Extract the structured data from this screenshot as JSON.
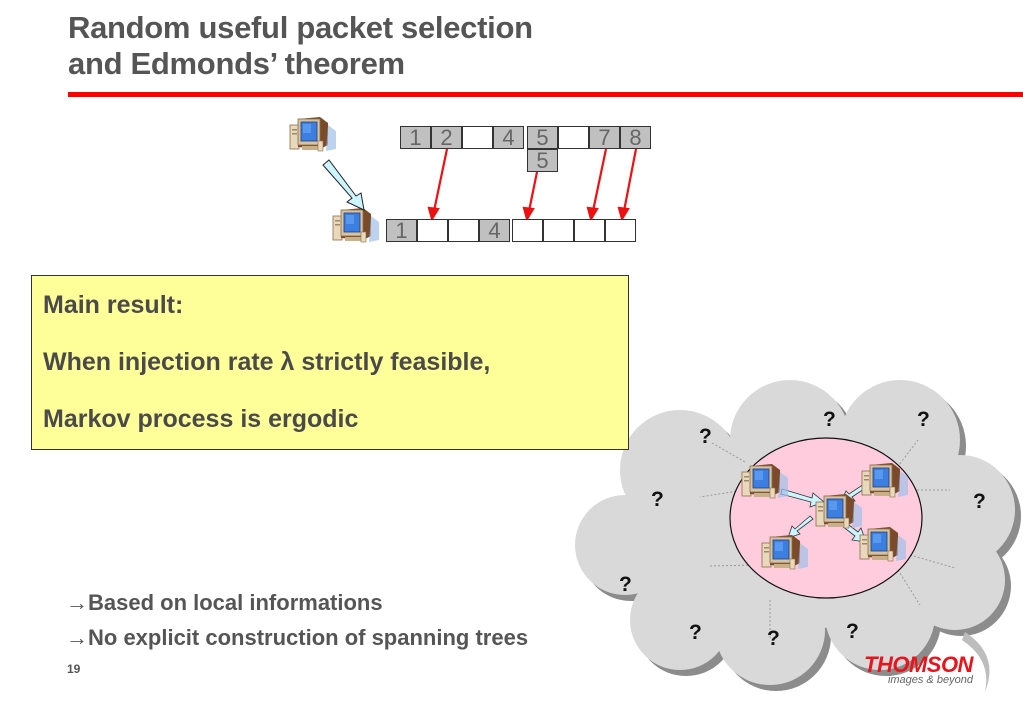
{
  "slide": {
    "title_line1": "Random useful packet selection",
    "title_line2": "and Edmonds’ theorem",
    "accent_color": "#ff0000",
    "page_number": "19"
  },
  "packet_diagram": {
    "sender_buffer": [
      {
        "label": "1",
        "filled": true
      },
      {
        "label": "2",
        "filled": true
      },
      {
        "label": "",
        "filled": false
      },
      {
        "label": "4",
        "filled": true
      },
      {
        "label": "5",
        "filled": true
      },
      {
        "label": "",
        "filled": false
      },
      {
        "label": "7",
        "filled": true
      },
      {
        "label": "8",
        "filled": true
      }
    ],
    "sender_extra_cell": {
      "label": "5",
      "filled": true
    },
    "receiver_buffer": [
      {
        "label": "1",
        "filled": true
      },
      {
        "label": "",
        "filled": false
      },
      {
        "label": "",
        "filled": false
      },
      {
        "label": "4",
        "filled": true
      },
      {
        "label": "",
        "filled": false
      },
      {
        "label": "",
        "filled": false
      },
      {
        "label": "",
        "filled": false
      },
      {
        "label": "",
        "filled": false
      }
    ],
    "candidate_arrows_from": [
      "2",
      "5",
      "7",
      "8"
    ],
    "sender_icon": "computer-icon",
    "receiver_icon": "computer-icon"
  },
  "result_box": {
    "heading": "Main result:",
    "line1": "When injection rate λ strictly feasible,",
    "line2": "Markov process is ergodic",
    "background": "#ffff99"
  },
  "bullets": [
    {
      "arrow": "→",
      "text": "Based on local informations"
    },
    {
      "arrow": "→",
      "text": "No explicit construction of spanning trees"
    }
  ],
  "network_cloud": {
    "unknown_marks": [
      "?",
      "?",
      "?",
      "?",
      "?",
      "?",
      "?",
      "?",
      "?"
    ],
    "cloud_color": "#d9d9d9",
    "local_region_color": "#ffccdd",
    "node_count": 5
  },
  "logo": {
    "name": "THOMSON",
    "tagline": "images & beyond",
    "color": "#e8141c"
  }
}
